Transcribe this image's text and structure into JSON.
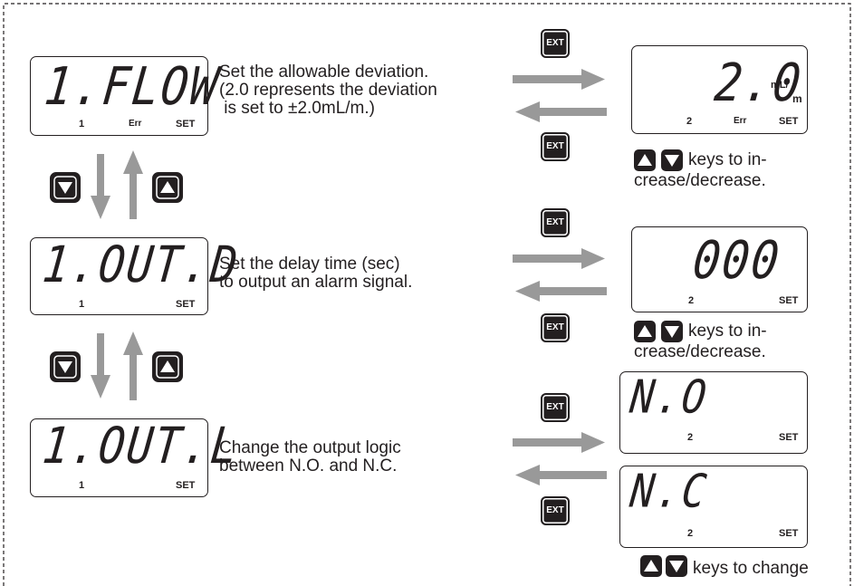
{
  "colors": {
    "ink": "#231f20",
    "arrow": "#999999",
    "background": "#ffffff"
  },
  "frame": {
    "style": "dashed"
  },
  "menu_items": [
    {
      "id": "flow_err",
      "lcd": {
        "main": "1.FLOW",
        "ch": "1",
        "mode": "Err",
        "set": "SET"
      },
      "description": "Set the allowable deviation.\n(2.0 represents the deviation\n is set to ±2.0mL/m.)",
      "setting_lcd": {
        "main": "2.0",
        "unit_top": "mL/",
        "unit_bottom": "m",
        "ch": "2",
        "mode": "Err",
        "set": "SET"
      },
      "hint": [
        "keys to in-",
        "crease/decrease."
      ],
      "hint_keys": [
        "up-key-icon",
        "down-key-icon"
      ]
    },
    {
      "id": "out_delay",
      "lcd": {
        "main": "1.OUT.D",
        "ch": "1",
        "set": "SET"
      },
      "description": "Set the delay time (sec)\nto output an alarm signal.",
      "setting_lcd": {
        "main": "000",
        "ch": "2",
        "set": "SET"
      },
      "hint": [
        "keys to in-",
        "crease/decrease."
      ],
      "hint_keys": [
        "up-key-icon",
        "down-key-icon"
      ]
    },
    {
      "id": "out_logic",
      "lcd": {
        "main": "1.OUT.L",
        "ch": "1",
        "set": "SET"
      },
      "description": "Change the output logic\nbetween N.O. and N.C.",
      "setting_lcds": [
        {
          "main": "N.O",
          "ch": "2",
          "set": "SET"
        },
        {
          "main": "N.C",
          "ch": "2",
          "set": "SET"
        }
      ],
      "hint": [
        "keys to change"
      ],
      "hint_keys": [
        "up-key-icon",
        "down-key-icon"
      ]
    }
  ],
  "ext_key": {
    "label": "EXT"
  },
  "nav_keys": {
    "down": "down-key-icon",
    "up": "up-key-icon"
  }
}
